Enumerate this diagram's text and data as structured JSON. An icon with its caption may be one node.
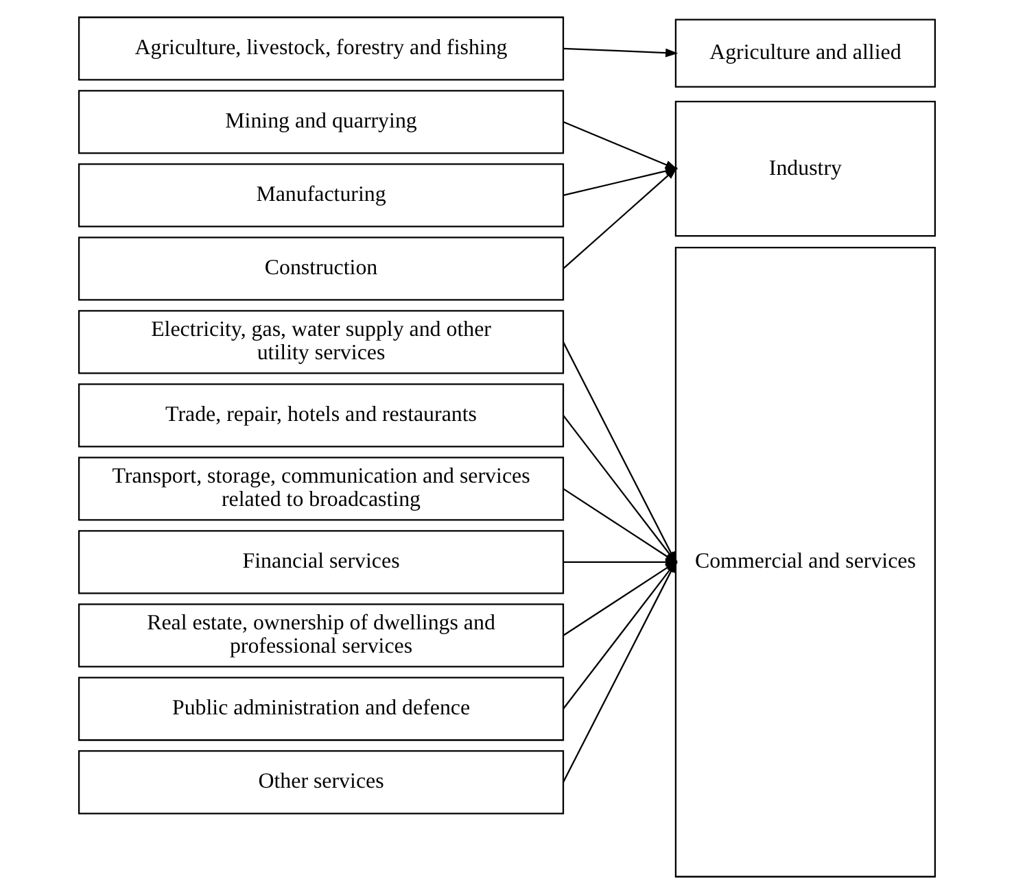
{
  "diagram": {
    "nodes": [
      {
        "text": [
          "Agriculture, livestock, forestry and fishing"
        ]
      },
      {
        "text": [
          "Agriculture and allied"
        ]
      },
      {
        "text": [
          "Mining and quarrying"
        ]
      },
      {
        "text": [
          "Manufacturing"
        ]
      },
      {
        "text": [
          "Construction"
        ]
      },
      {
        "text": [
          "Industry"
        ]
      },
      {
        "text": [
          "Electricity, gas, water supply and other utility services"
        ]
      },
      {
        "text": [
          "Trade, repair, hotels and restaurants"
        ]
      },
      {
        "text": [
          "Transport, storage, communication and services related to broadcasting"
        ]
      },
      {
        "text": [
          "Financial services"
        ]
      },
      {
        "text": [
          "Real estate, ownership of dwellings and professional services"
        ]
      },
      {
        "text": [
          "Public administration and defence"
        ]
      },
      {
        "text": [
          "Other services"
        ]
      },
      {
        "text": [
          "Commercial and services"
        ]
      }
    ],
    "edges": [
      {
        "from": 0,
        "to": 1,
        "arrow": "to"
      },
      {
        "from": 2,
        "to": 5,
        "arrow": "to"
      },
      {
        "from": 3,
        "to": 5,
        "arrow": "to"
      },
      {
        "from": 4,
        "to": 5,
        "arrow": "to"
      },
      {
        "from": 6,
        "to": 13,
        "arrow": "to"
      },
      {
        "from": 7,
        "to": 13,
        "arrow": "to"
      },
      {
        "from": 8,
        "to": 13,
        "arrow": "to"
      },
      {
        "from": 9,
        "to": 13,
        "arrow": "to"
      },
      {
        "from": 10,
        "to": 13,
        "arrow": "to"
      },
      {
        "from": 11,
        "to": 13,
        "arrow": "to"
      },
      {
        "from": 12,
        "to": 13,
        "arrow": "to"
      }
    ]
  }
}
